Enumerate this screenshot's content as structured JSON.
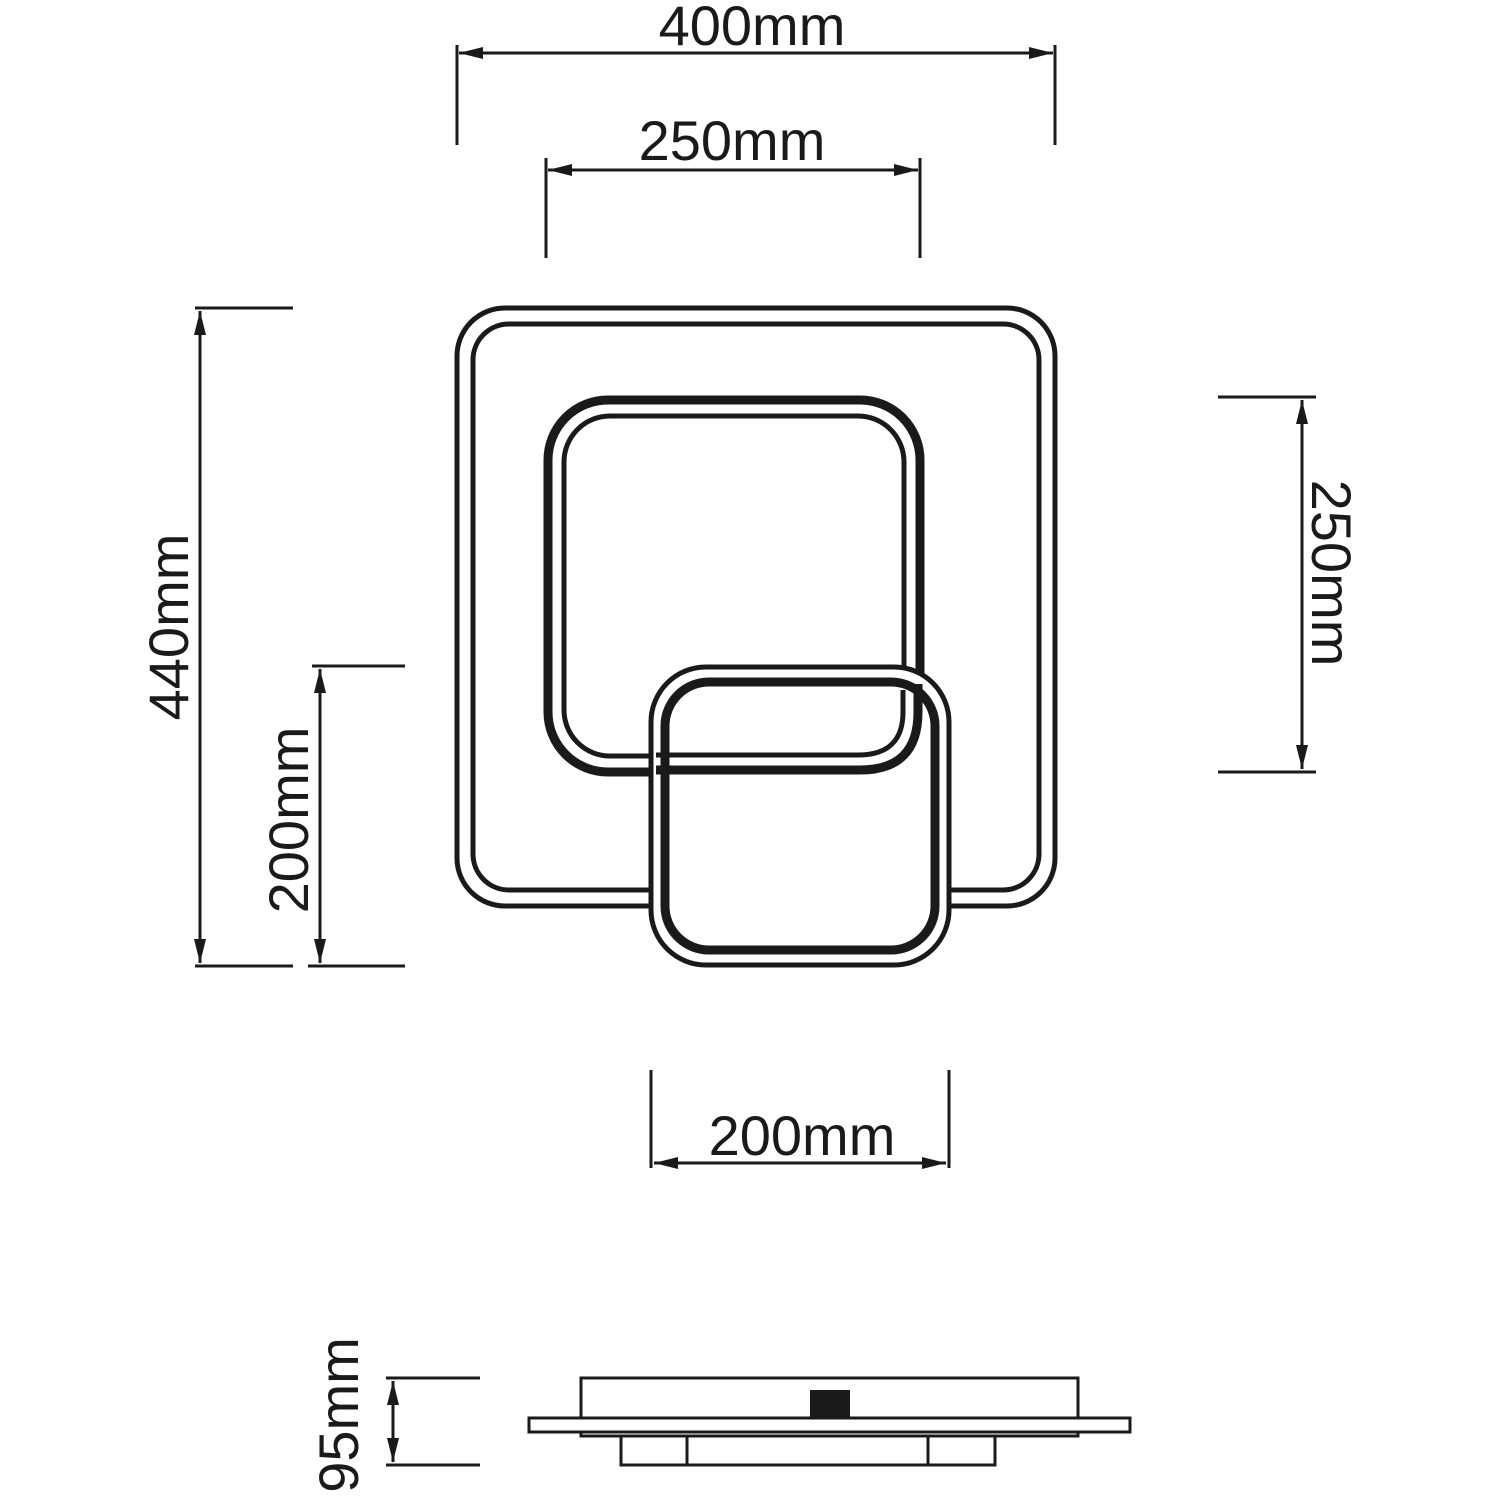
{
  "diagram": {
    "colors": {
      "line": "#1a1a1a",
      "background": "#ffffff"
    },
    "dimensions": {
      "top_width": "400mm",
      "inner_width": "250mm",
      "total_height": "440mm",
      "small_ring_height": "200mm",
      "right_ring_height": "250mm",
      "bottom_ring_width": "200mm",
      "side_depth": "95mm"
    }
  }
}
